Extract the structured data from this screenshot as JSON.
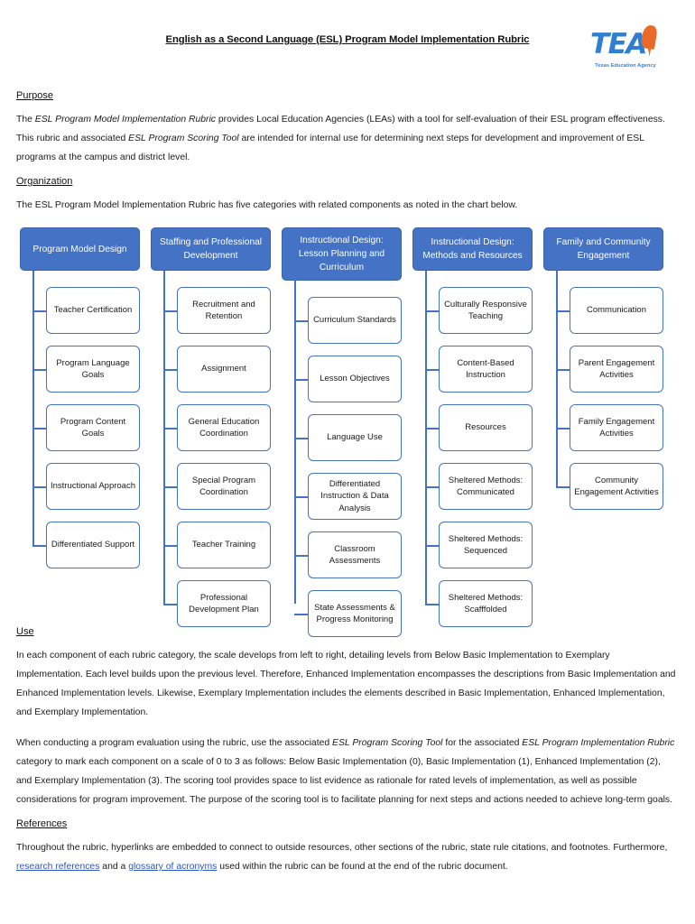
{
  "document": {
    "title": "English as a Second Language (ESL) Program Model Implementation Rubric"
  },
  "logo": {
    "letters": "TEA",
    "subtitle": "Texas Education Agency",
    "blue": "#2f7fd1",
    "orange": "#ea6a2a"
  },
  "sections": {
    "purpose": {
      "heading": "Purpose",
      "paragraph_prefix": "The ",
      "italic_1": "ESL Program Model Implementation Rubric",
      "paragraph_mid": " provides Local Education Agencies (LEAs) with a tool for self-evaluation of their ESL program effectiveness. This rubric and associated ",
      "italic_2": "ESL Program Scoring Tool",
      "paragraph_suffix": " are intended for internal use for determining next steps for development and improvement of ESL programs at the campus and district level."
    },
    "organization": {
      "heading": "Organization",
      "paragraph": "The ESL Program Model Implementation Rubric has five categories with related components as noted in the chart below."
    },
    "use": {
      "heading": "Use",
      "paragraph_1": "In each component of each rubric category, the scale develops from left to right, detailing levels from Below Basic Implementation to Exemplary Implementation. Each level builds upon the previous level. Therefore, Enhanced Implementation encompasses the descriptions from Basic Implementation and Enhanced Implementation levels. Likewise, Exemplary Implementation includes the elements described in Basic Implementation, Enhanced Implementation, and Exemplary Implementation.",
      "p2_prefix": "When conducting a program evaluation using the rubric, use the associated ",
      "p2_italic_1": "ESL Program Scoring Tool",
      "p2_mid": " for the associated ",
      "p2_italic_2": "ESL Program Implementation Rubric",
      "p2_suffix": " category to mark each component on a scale of 0 to 3 as follows: Below Basic Implementation (0), Basic Implementation (1), Enhanced Implementation (2), and Exemplary Implementation (3). The scoring tool provides space to list evidence as rationale for rated levels of implementation, as well as possible considerations for program improvement. The purpose of the scoring tool is to facilitate planning for next steps and actions needed to achieve long-term goals."
    },
    "references": {
      "heading": "References",
      "prefix": "Throughout the rubric, hyperlinks are embedded to connect to outside resources, other sections of the rubric, state rule citations, and footnotes. Furthermore, ",
      "link_1": "research references",
      "mid": " and a ",
      "link_2": "glossary of acronyms",
      "suffix": " used within the rubric can be found at the end of the rubric document."
    }
  },
  "chart_data": {
    "type": "diagram",
    "header_color": "#4472C4",
    "box_border_color": "#4472C4",
    "columns": [
      {
        "header": "Program Model Design",
        "items": [
          "Teacher Certification",
          "Program Language Goals",
          "Program Content Goals",
          "Instructional Approach",
          "Differentiated Support"
        ]
      },
      {
        "header": "Staffing and Professional Development",
        "items": [
          "Recruitment and Retention",
          "Assignment",
          "General Education Coordination",
          "Special Program Coordination",
          "Teacher Training",
          "Professional Development Plan"
        ]
      },
      {
        "header": "Instructional Design: Lesson Planning and Curriculum",
        "items": [
          "Curriculum Standards",
          "Lesson Objectives",
          "Language Use",
          "Differentiated Instruction & Data Analysis",
          "Classroom Assessments",
          "State Assessments & Progress Monitoring"
        ]
      },
      {
        "header": "Instructional Design: Methods and Resources",
        "items": [
          "Culturally Responsive Teaching",
          "Content-Based Instruction",
          "Resources",
          "Sheltered Methods: Communicated",
          "Sheltered Methods: Sequenced",
          "Sheltered Methods: Scafffolded"
        ]
      },
      {
        "header": "Family and Community Engagement",
        "items": [
          "Communication",
          "Parent Engagement Activities",
          "Family Engagement Activities",
          "Community Engagement Activities"
        ]
      }
    ]
  }
}
